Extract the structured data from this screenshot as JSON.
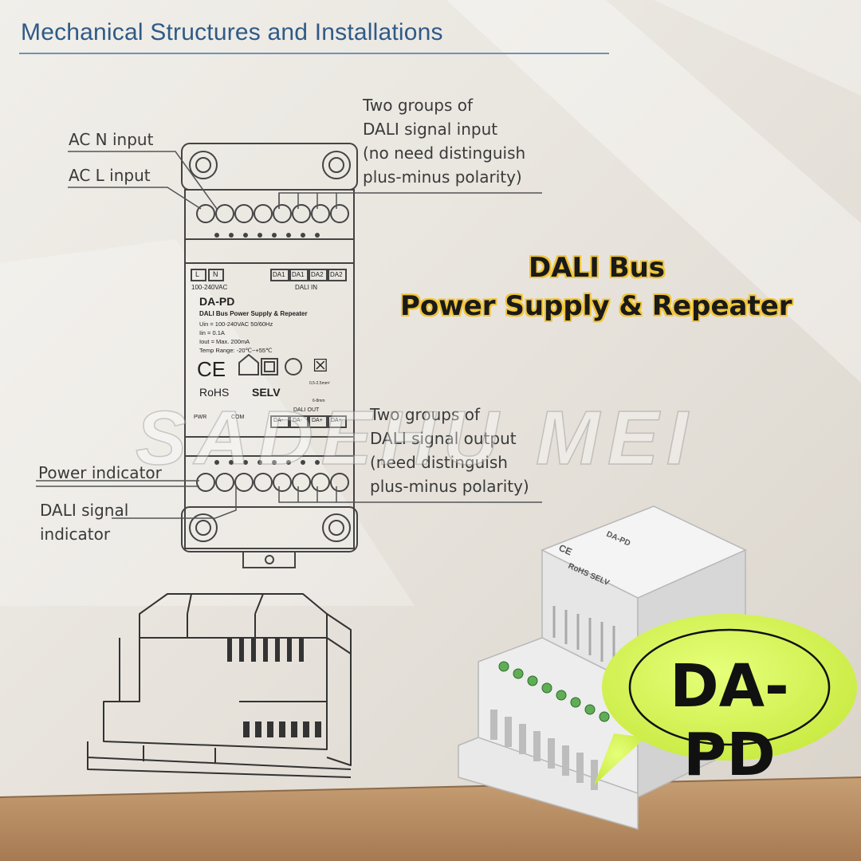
{
  "heading": "Mechanical Structures and Installations",
  "callouts": {
    "ac_n": "AC N input",
    "ac_l": "AC L input",
    "dali_in": [
      "Two groups of",
      "DALI signal input",
      "(no need distinguish",
      "plus-minus polarity)"
    ],
    "dali_out": [
      "Two groups of",
      "DALI signal output",
      "(need distinguish",
      "plus-minus polarity)"
    ],
    "power_indicator": "Power indicator",
    "dali_indicator": [
      "DALI signal",
      "indicator"
    ]
  },
  "title": {
    "line1": "DALI Bus",
    "line2": "Power Supply & Repeater"
  },
  "device_label": {
    "term_l": "L",
    "term_n": "N",
    "voltage": "100-240VAC",
    "da_in": [
      "DA1",
      "DA1",
      "DA2",
      "DA2"
    ],
    "dali_in": "DALI IN",
    "model": "DA-PD",
    "desc": "DALI Bus Power Supply & Repeater",
    "specs": [
      "Uin = 100-240VAC 50/60Hz",
      "Iin  = 0.1A",
      "Iout = Max. 200mA",
      "Temp Range: -20℃~+55℃"
    ],
    "ce": "CE",
    "rohs": "RoHS",
    "selv": "SELV",
    "wire": "0.5-2.5mm²",
    "strip": "6-8mm",
    "pwr": "PWR",
    "com": "COM",
    "dali_out": "DALI OUT",
    "da_out": [
      "DA-",
      "DA-",
      "DA+",
      "DA+"
    ]
  },
  "watermark": "SADEHU MEI",
  "badge": "DA-PD",
  "colors": {
    "heading": "#2f5a87",
    "title_outline": "#f0c53a",
    "badge": "#d8f55a",
    "floor": "#b98f64"
  }
}
